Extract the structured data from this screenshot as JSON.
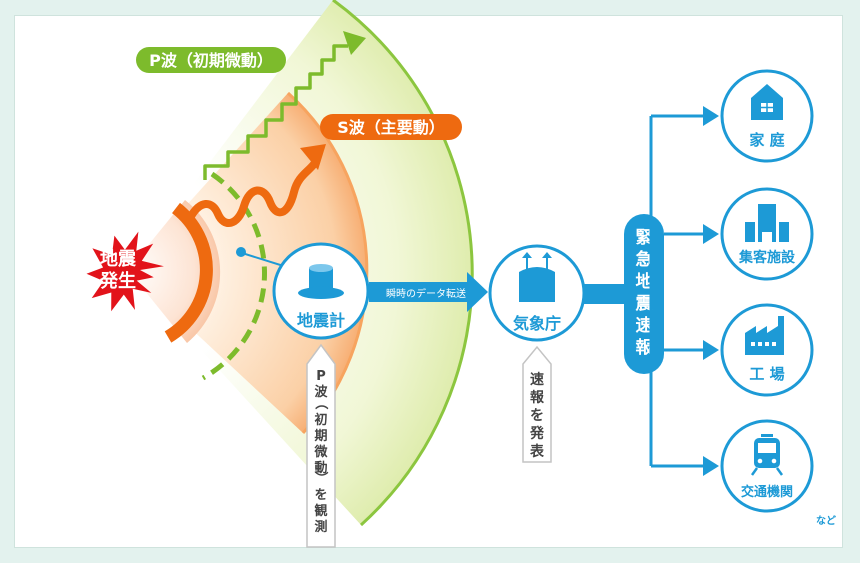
{
  "epicenter": {
    "label_line1": "地震",
    "label_line2": "発生"
  },
  "p_wave": {
    "label": "P波（初期微動）"
  },
  "s_wave": {
    "label": "S波（主要動）"
  },
  "seismometer": {
    "label": "地震計"
  },
  "transfer": {
    "label": "瞬時のデータ転送"
  },
  "jma": {
    "label": "気象庁"
  },
  "announce": {
    "label": "速報を発表"
  },
  "observe": {
    "label": "P波（初期微動）を観測"
  },
  "eew": {
    "label": "緊急地震速報"
  },
  "destinations": {
    "home": "家 庭",
    "facility": "集客施設",
    "factory": "工 場",
    "transport": "交通機関"
  },
  "etc": {
    "label": "など"
  },
  "colors": {
    "accent_blue": "#1d9ad6",
    "p_wave_green": "#7dbb2c",
    "s_wave_orange": "#ee6a10",
    "epicenter_red": "#e2131a"
  }
}
